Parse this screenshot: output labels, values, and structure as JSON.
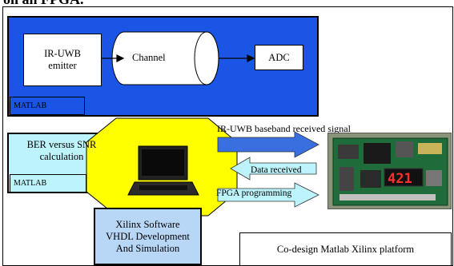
{
  "heading": "on an FPGA.",
  "blue_panel": {
    "emitter_line1": "IR-UWB",
    "emitter_line2": "emitter",
    "channel": "Channel",
    "adc": "ADC",
    "matlab": "MATLAB"
  },
  "ber_panel": {
    "line1": "BER versus SNR",
    "line2": "calculation",
    "matlab": "MATLAB"
  },
  "xilinx": {
    "line1": "Xilinx Software",
    "line2": "VHDL Development",
    "line3": "And Simulation"
  },
  "arrows": {
    "baseband": "IR-UWB baseband received signal",
    "data_received": "Data received",
    "fpga_programming": "FPGA programming"
  },
  "board": {
    "display_digits": "421"
  },
  "footer_label": "Co-design Matlab Xilinx platform",
  "colors": {
    "blue_panel": "#1a55e6",
    "ber_panel": "#bdf4fb",
    "octagon": "#ffff00",
    "xilinx_box": "#b8d7f7",
    "baseband_arrow": "#3a6fe0",
    "data_arrow": "#bdf4fb"
  }
}
